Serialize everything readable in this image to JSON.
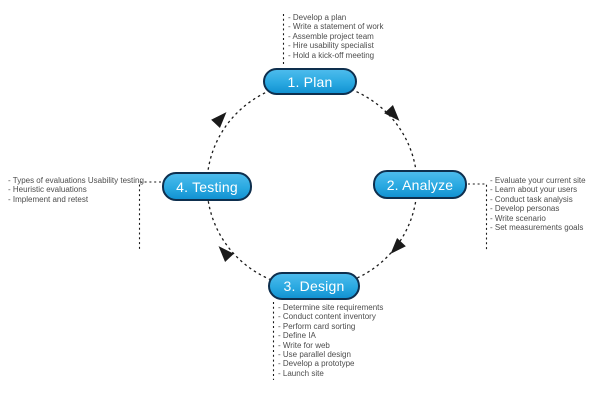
{
  "diagram": {
    "stages": [
      {
        "id": "plan",
        "label": "1. Plan",
        "tasks": [
          "- Develop a plan",
          "- Write a statement of work",
          "- Assemble project team",
          "- Hire usability specialist",
          "- Hold a kick-off meeting"
        ]
      },
      {
        "id": "analyze",
        "label": "2. Analyze",
        "tasks": [
          "- Evaluate your current site",
          "- Learn about your users",
          "- Conduct task analysis",
          "- Develop personas",
          "- Write scenario",
          "- Set measurements goals"
        ]
      },
      {
        "id": "design",
        "label": "3. Design",
        "tasks": [
          "- Determine site requirements",
          "- Conduct content inventory",
          "- Perform card sorting",
          "- Define IA",
          "- Write for web",
          "- Use parallel design",
          "- Develop a prototype",
          "- Launch site"
        ]
      },
      {
        "id": "testing",
        "label": "4. Testing",
        "tasks": [
          "- Types of evaluations Usability testing",
          "- Heuristic evaluations",
          "- Implement and retest"
        ]
      }
    ],
    "colors": {
      "node_fill_top": "#4cbbec",
      "node_fill_mid": "#2aa9e1",
      "node_fill_bottom": "#1292d2",
      "node_border": "#0e2f4e",
      "node_text": "#ffffff",
      "line": "#1a1a1a",
      "task_text": "#4d4d4d",
      "background": "#ffffff"
    }
  }
}
